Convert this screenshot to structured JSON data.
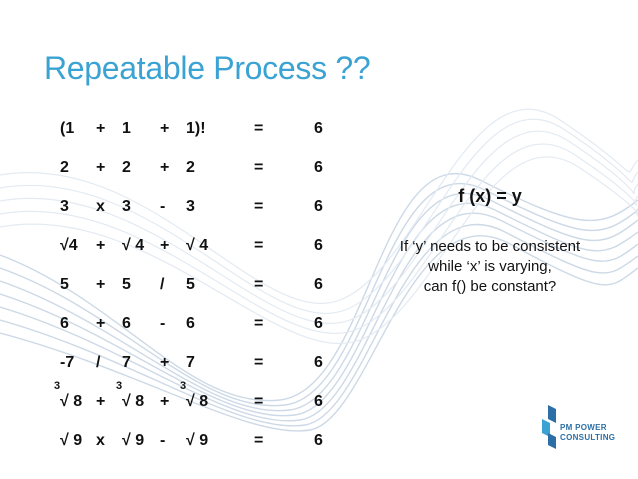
{
  "title": "Repeatable Process ??",
  "rows": [
    {
      "a": "(1",
      "op1": "+",
      "b": "1",
      "op2": "+",
      "c": "1)!",
      "eq": "=",
      "res": "6"
    },
    {
      "a": "2",
      "op1": "+",
      "b": "2",
      "op2": "+",
      "c": "2",
      "eq": "=",
      "res": "6"
    },
    {
      "a": "3",
      "op1": "x",
      "b": "3",
      "op2": "-",
      "c": "3",
      "eq": "=",
      "res": "6"
    },
    {
      "a": "√4",
      "op1": "+",
      "b": "√ 4",
      "op2": "+",
      "c": "√ 4",
      "eq": "=",
      "res": "6"
    },
    {
      "a": "5",
      "op1": "+",
      "b": "5",
      "op2": "/",
      "c": "5",
      "eq": "=",
      "res": "6"
    },
    {
      "a": "6",
      "op1": "+",
      "b": "6",
      "op2": "-",
      "c": "6",
      "eq": "=",
      "res": "6"
    },
    {
      "a": "-7",
      "op1": "/",
      "b": "7",
      "op2": "+",
      "c": "7",
      "eq": "=",
      "res": "6"
    },
    {
      "a": "√ 8",
      "op1": "+",
      "b": "√ 8",
      "op2": "+",
      "c": "√ 8",
      "eq": "=",
      "res": "6",
      "index": "3"
    },
    {
      "a": "√ 9",
      "op1": "x",
      "b": "√ 9",
      "op2": "-",
      "c": "√ 9",
      "eq": "=",
      "res": "6"
    }
  ],
  "function_label": "f (x) = y",
  "note": {
    "line1": "If ‘y’ needs to be consistent",
    "line2": "while ‘x’ is varying,",
    "line3": "can f() be constant?"
  },
  "logo": {
    "line1": "PM POWER",
    "line2": "CONSULTING",
    "color": "#2c6fa6"
  },
  "colors": {
    "title": "#3aa3d3",
    "text": "#111111"
  }
}
